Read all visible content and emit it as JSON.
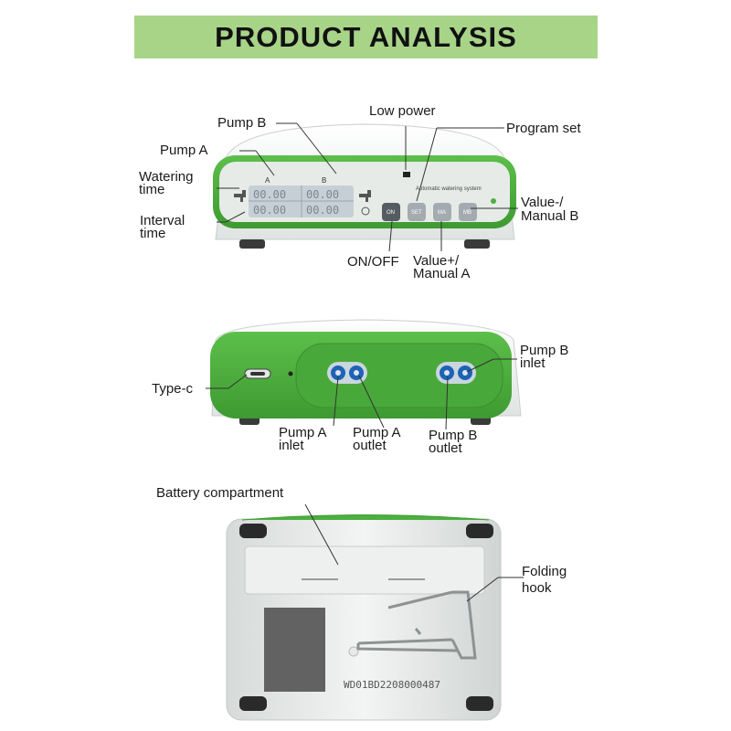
{
  "header": {
    "title": "PRODUCT ANALYSIS"
  },
  "colors": {
    "banner": "#a8d488",
    "device_green": "#4caf3f",
    "panel": "#e6ebe8",
    "lcd": "#c7cfd6"
  },
  "front_view": {
    "device_text": {
      "pump_a_mark": "A",
      "pump_b_mark": "B",
      "panel_title": "Automatic watering system",
      "btn_on": "ON",
      "btn_set": "SET",
      "btn_ma": "MA",
      "btn_mb": "MB",
      "lcd_digits": "00.00"
    },
    "callouts": {
      "pump_b": "Pump B",
      "pump_a": "Pump A",
      "watering_time": [
        "Watering",
        "time"
      ],
      "interval_time": [
        "Interval",
        "time"
      ],
      "low_power": "Low power",
      "program_set": "Program set",
      "value_minus": [
        "Value-/",
        "Manual B"
      ],
      "on_off": "ON/OFF",
      "value_plus": [
        "Value+/",
        "Manual A"
      ]
    }
  },
  "back_view": {
    "callouts": {
      "type_c": "Type-c",
      "pump_b_inlet": [
        "Pump B",
        "inlet"
      ],
      "pump_a_inlet": [
        "Pump A",
        "inlet"
      ],
      "pump_a_outlet": [
        "Pump A",
        "outlet"
      ],
      "pump_b_outlet": [
        "Pump B",
        "outlet"
      ]
    }
  },
  "bottom_view": {
    "serial": "WD01BD2208000487",
    "callouts": {
      "battery": "Battery compartment",
      "folding_hook": [
        "Folding",
        "hook"
      ]
    }
  }
}
